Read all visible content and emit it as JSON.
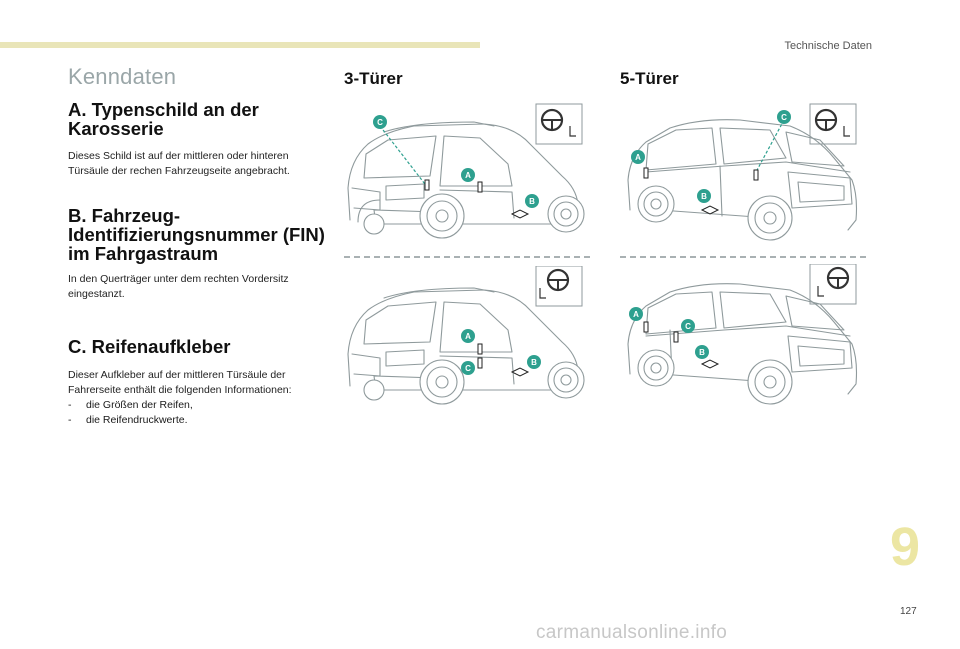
{
  "header": {
    "section_label": "Technische Daten"
  },
  "page_title": "Kenndaten",
  "sections": {
    "a": {
      "heading": "A. Typenschild an der Karosserie",
      "body": "Dieses Schild ist auf der mittleren oder hinteren Türsäule der rechen Fahrzeugseite angebracht."
    },
    "b": {
      "heading": "B. Fahrzeug-Identifizierungsnummer (FIN) im Fahrgastraum",
      "body": "In den Querträger unter dem rechten Vordersitz eingestanzt."
    },
    "c": {
      "heading": "C. Reifenaufkleber",
      "body": "Dieser Aufkleber auf der mittleren Türsäule der Fahrerseite enthält die folgenden Informationen:",
      "bullets": [
        "die Größen der Reifen,",
        "die Reifendruckwerte."
      ],
      "bullet_marker": "-"
    }
  },
  "columns": {
    "three_door": "3-Türer",
    "five_door": "5-Türer"
  },
  "markers": {
    "a": "A",
    "b": "B",
    "c": "C"
  },
  "colors": {
    "accent_green": "#2ea08f",
    "accent_yellow": "#e9e5b8",
    "title_gray": "#9aa6a8"
  },
  "icons": {
    "steering": "steering-wheel-icon",
    "seat": "seat-icon"
  },
  "footer": {
    "chapter": "9",
    "page_number": "127",
    "watermark": "carmanualsonline.info"
  }
}
